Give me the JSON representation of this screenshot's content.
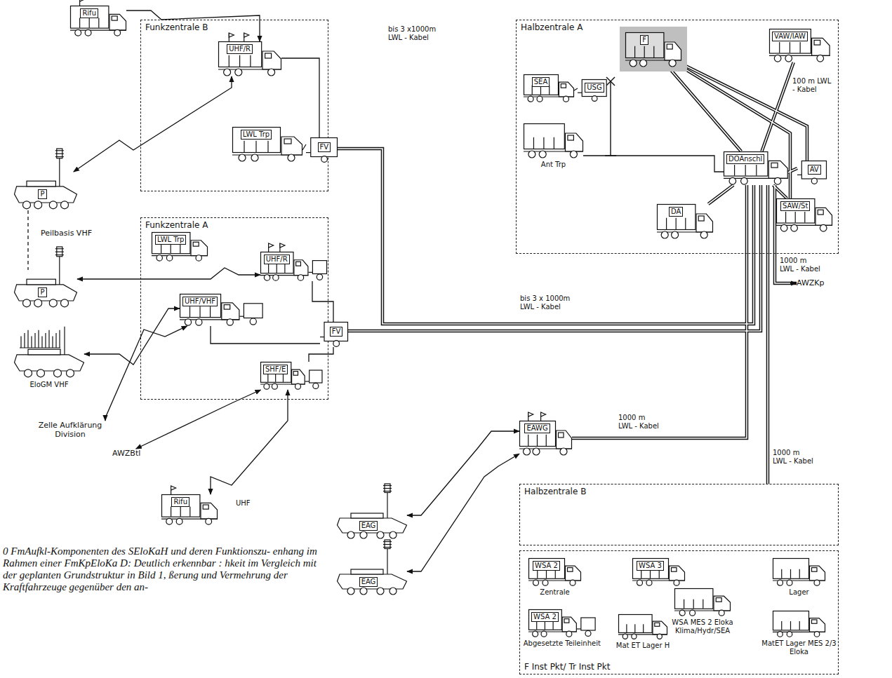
{
  "diagram": {
    "caption": "0 FmAufkl-Komponenten des SEloKaH und deren Funktionszu- enhang im Rahmen einer FmKpEloKa D: Deutlich erkennbar : hkeit im Vergleich mit der geplanten Grundstruktur in Bild 1, ßerung und Vermehrung der Kraftfahrzeuge gegenüber den an-",
    "nodes": [
      {
        "text": [
          "Rifu"
        ]
      },
      {
        "text": [
          "Funkzentrale B"
        ]
      },
      {
        "text": [
          "UHF/R"
        ],
        "in": 1
      },
      {
        "text": [
          "LWL Trp"
        ],
        "in": 1
      },
      {
        "text": [
          "FV"
        ],
        "in": 1
      },
      {
        "text": [
          "P"
        ]
      },
      {
        "text": [
          "Funkzentrale A"
        ]
      },
      {
        "text": [
          "P"
        ]
      },
      {
        "text": [
          "EloGM VHF"
        ]
      },
      {
        "text": [
          "LWL Trp"
        ],
        "in": 6
      },
      {
        "text": [
          "UHF/R"
        ],
        "in": 6
      },
      {
        "text": [
          "UHF/VHF"
        ],
        "in": 6
      },
      {
        "text": [
          "FV"
        ],
        "in": 6
      },
      {
        "text": [
          "SHF/E"
        ],
        "in": 6
      },
      {
        "text": [
          "Zelle Aufklärung Division"
        ]
      },
      {
        "text": [
          "AWZBtl"
        ]
      },
      {
        "text": [
          "Rifu"
        ]
      },
      {
        "text": [
          "EAG"
        ]
      },
      {
        "text": [
          "EAG"
        ]
      },
      {
        "text": [
          "EAWG"
        ]
      },
      {
        "text": [
          "Halbzentrale A"
        ]
      },
      {
        "text": [
          "F"
        ],
        "in": 20
      },
      {
        "text": [
          "VAW/IAW"
        ],
        "in": 20
      },
      {
        "text": [
          "SEA"
        ],
        "in": 20
      },
      {
        "text": [
          "USG"
        ],
        "in": 20
      },
      {
        "text": [
          "Ant Trp"
        ],
        "in": 20
      },
      {
        "text": [
          "DOAnschl"
        ],
        "in": 20
      },
      {
        "text": [
          "AV"
        ],
        "in": 20
      },
      {
        "text": [
          "DA"
        ],
        "in": 20
      },
      {
        "text": [
          "SAW/St"
        ],
        "in": 20
      },
      {
        "text": [
          "AWZKp"
        ]
      },
      {
        "text": [
          "Halbzentrale B"
        ]
      },
      {
        "text": [
          "F Inst Pkt/ Tr Inst Pkt"
        ]
      },
      {
        "text": [
          "WSA 2",
          "Zentrale"
        ],
        "in": 32
      },
      {
        "text": [
          "WSA 3"
        ],
        "in": 32
      },
      {
        "text": [
          "Lager"
        ],
        "in": 32
      },
      {
        "text": [
          "WSA 2",
          "Abgesetzte Teileinheit"
        ],
        "in": 32
      },
      {
        "text": [
          "Mat ET Lager H"
        ],
        "in": 32
      },
      {
        "text": [
          "WSA MES 2 Eloka Klima/Hydr/SEA"
        ],
        "in": 32
      },
      {
        "text": [
          "MatET Lager MES 2/3 Eloka"
        ],
        "in": 32
      }
    ],
    "edges": [
      {
        "from": 0,
        "to": 2,
        "arrow": "to"
      },
      {
        "from": 5,
        "to": 2,
        "arrow": "both"
      },
      {
        "from": 5,
        "to": 7,
        "arrow": "none"
      },
      {
        "from": 7,
        "to": 10,
        "arrow": "both"
      },
      {
        "from": 8,
        "to": 11,
        "arrow": "both"
      },
      {
        "from": 11,
        "to": 14,
        "arrow": "both"
      },
      {
        "from": 13,
        "to": 15,
        "arrow": "both"
      },
      {
        "from": 16,
        "to": 13,
        "label": "UHF",
        "arrow": "both"
      },
      {
        "from": 2,
        "to": 4,
        "arrow": "none"
      },
      {
        "from": 3,
        "to": 4,
        "arrow": "none"
      },
      {
        "from": 4,
        "to": 26,
        "label": "bis 3 x1000m LWL - Kabel",
        "arrow": "none"
      },
      {
        "from": 10,
        "to": 12,
        "arrow": "none"
      },
      {
        "from": 11,
        "to": 12,
        "arrow": "none"
      },
      {
        "from": 13,
        "to": 12,
        "arrow": "none"
      },
      {
        "from": 12,
        "to": 26,
        "label": "bis 3 x 1000m LWL - Kabel",
        "arrow": "none"
      },
      {
        "from": 19,
        "to": 17,
        "arrow": "both"
      },
      {
        "from": 19,
        "to": 18,
        "arrow": "both"
      },
      {
        "from": 19,
        "to": 26,
        "label": "1000 m LWL - Kabel",
        "arrow": "none"
      },
      {
        "from": 26,
        "to": 31,
        "label": "1000 m LWL - Kabel",
        "arrow": "none"
      },
      {
        "from": 26,
        "to": 30,
        "label": "1000 m LWL - Kabel",
        "arrow": "to"
      },
      {
        "from": 21,
        "to": 26,
        "arrow": "none"
      },
      {
        "from": 22,
        "to": 26,
        "label": "100 m LWL - Kabel",
        "arrow": "none"
      },
      {
        "from": 27,
        "to": 26,
        "arrow": "none"
      },
      {
        "from": 28,
        "to": 26,
        "arrow": "none"
      },
      {
        "from": 29,
        "to": 26,
        "arrow": "none"
      },
      {
        "from": 21,
        "to": 27,
        "arrow": "none"
      },
      {
        "from": 21,
        "to": 29,
        "arrow": "none"
      },
      {
        "from": 25,
        "to": 26,
        "arrow": "none"
      },
      {
        "from": 23,
        "to": 24,
        "arrow": "none"
      }
    ],
    "labels": [
      "Peilbasis VHF"
    ]
  }
}
